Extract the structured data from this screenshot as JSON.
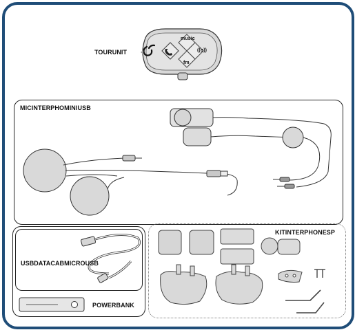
{
  "colors": {
    "frame": "#1f4d78",
    "device_body": "#d8d8d8",
    "part_fill": "#d9d9d9",
    "line": "#333333"
  },
  "labels": {
    "tourunit": "TOURUNIT",
    "mic_kit": "MICINTERPHOMINIUSB",
    "usb_cable": "USBDATACABMICROUSB",
    "powerbank": "POWERBANK",
    "kit_interphone": "KITINTERPHONESP"
  },
  "device": {
    "music_label": "music",
    "fm_label": "fm",
    "pairing_label": "((o))"
  },
  "icons": [
    "interphone-logo-icon",
    "phone-icon"
  ]
}
